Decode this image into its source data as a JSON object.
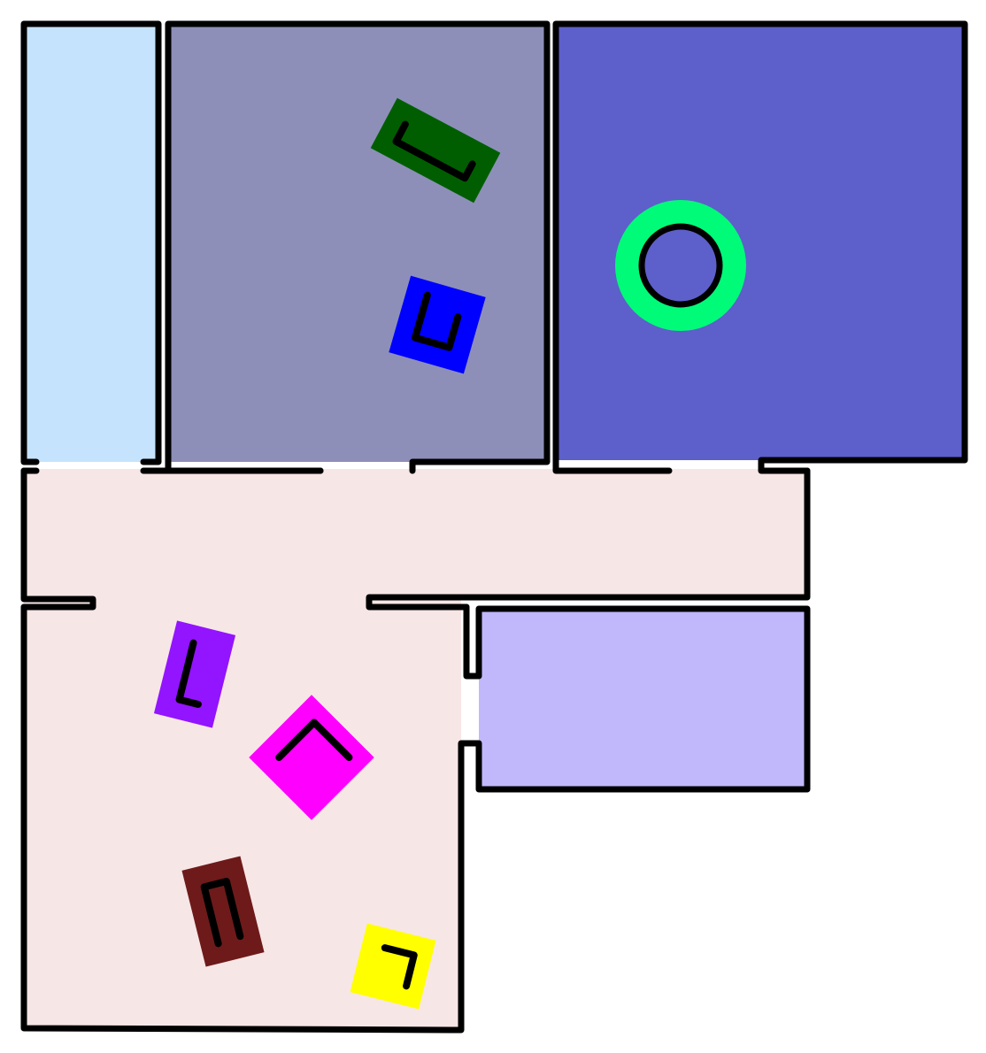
{
  "colors": {
    "background": "#ffffff",
    "wall": "#000000",
    "room_left_strip": "#c5e3fc",
    "room_top_middle": "#8d8fb9",
    "room_top_right": "#5d5fca",
    "room_corridor": "#f7e6e6",
    "room_lower_left": "#f7e6e6",
    "room_lower_right": "#c1b8fb",
    "furniture_green": "#005e00",
    "furniture_blue": "#0000ff",
    "furniture_purple": "#9314fe",
    "furniture_magenta": "#fe00fe",
    "furniture_brown": "#6e1a1a",
    "furniture_yellow": "#ffff00",
    "target_ring": "#00fb78",
    "target_center": "#5d5fca"
  },
  "rooms": [
    {
      "id": "left-strip",
      "color_key": "room_left_strip"
    },
    {
      "id": "top-middle",
      "color_key": "room_top_middle"
    },
    {
      "id": "top-right",
      "color_key": "room_top_right"
    },
    {
      "id": "corridor",
      "color_key": "room_corridor"
    },
    {
      "id": "lower-left",
      "color_key": "room_lower_left"
    },
    {
      "id": "lower-right",
      "color_key": "room_lower_right"
    }
  ],
  "furniture": [
    {
      "id": "green",
      "color_key": "furniture_green"
    },
    {
      "id": "blue",
      "color_key": "furniture_blue"
    },
    {
      "id": "purple",
      "color_key": "furniture_purple"
    },
    {
      "id": "magenta",
      "color_key": "furniture_magenta"
    },
    {
      "id": "brown",
      "color_key": "furniture_brown"
    },
    {
      "id": "yellow",
      "color_key": "furniture_yellow"
    }
  ],
  "target": {
    "id": "ring-target",
    "ring_color_key": "target_ring",
    "center_color_key": "target_center"
  }
}
